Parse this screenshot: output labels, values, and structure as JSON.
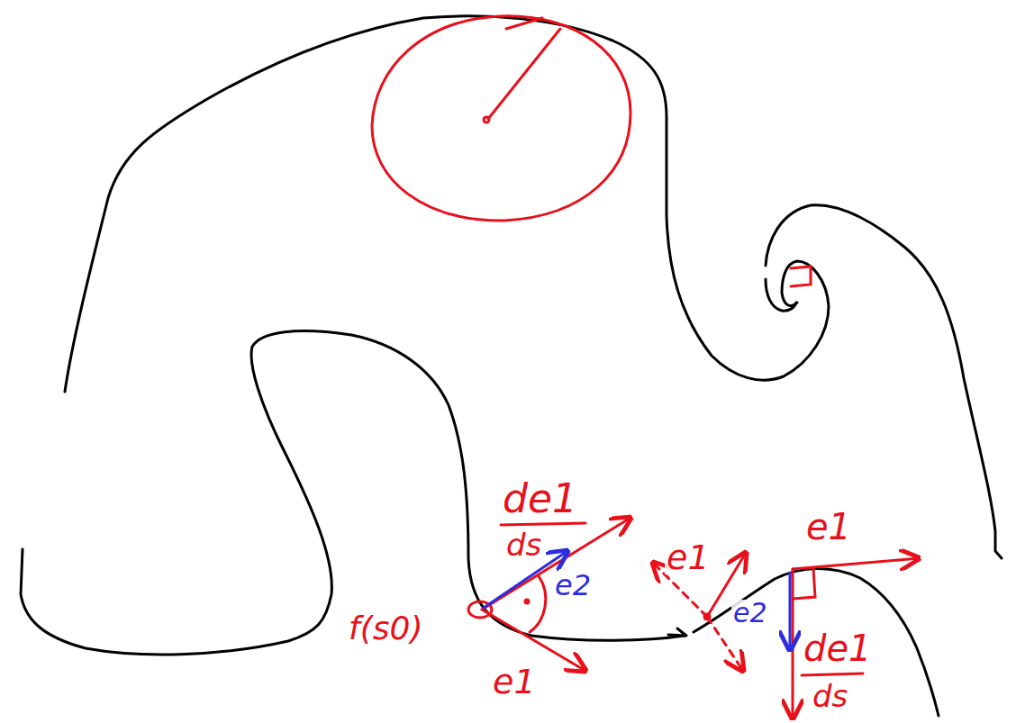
{
  "diagram": {
    "labels": [
      "de1",
      "ds",
      "e2",
      "f(s0)",
      "e1",
      "e1",
      "e2",
      "e1",
      "de1",
      "ds"
    ]
  }
}
